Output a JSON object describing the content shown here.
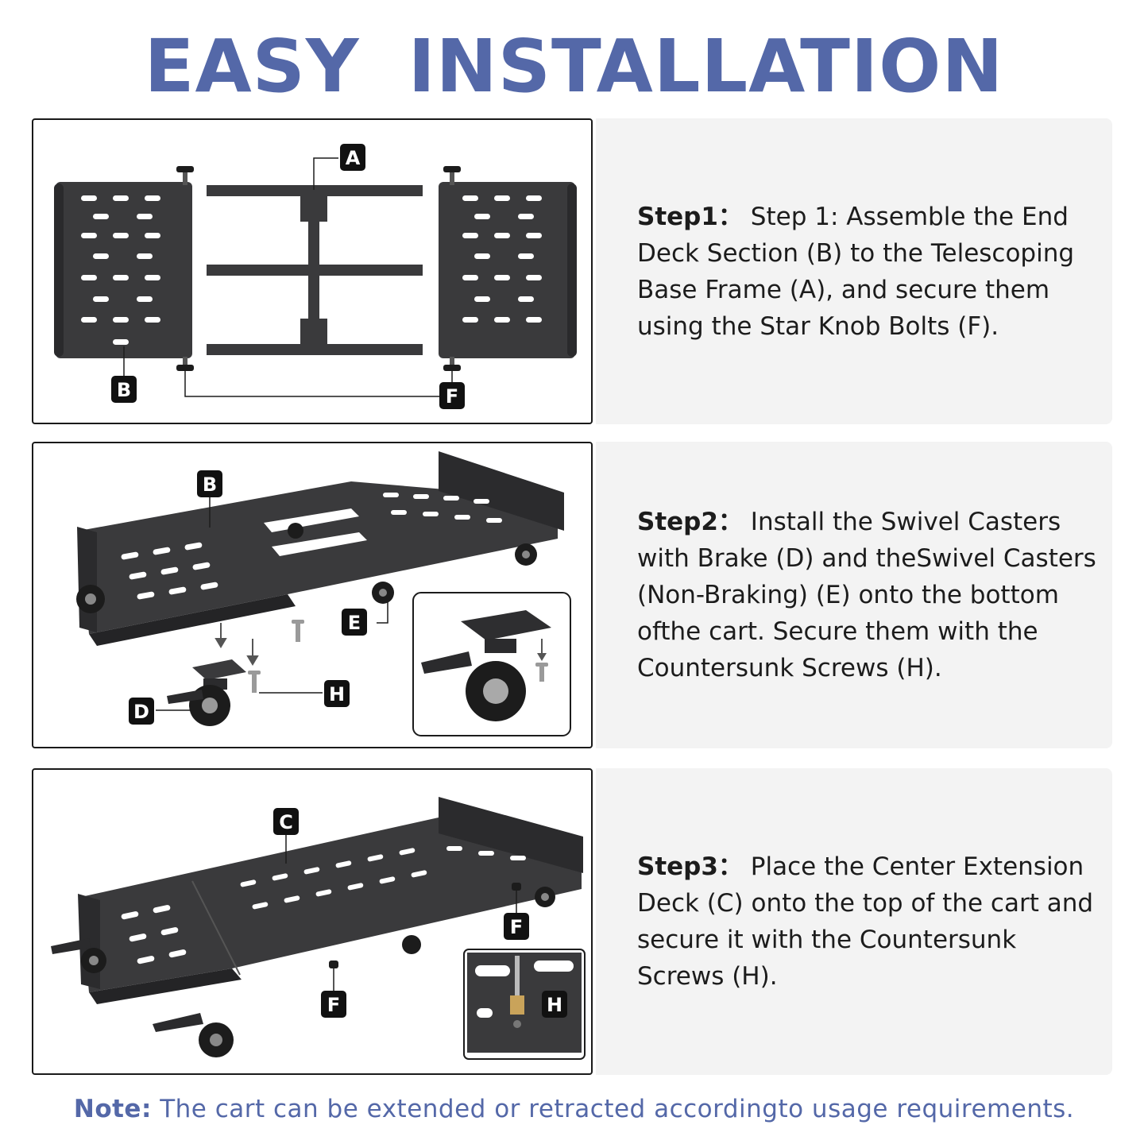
{
  "header": {
    "title": "EASY  INSTALLATION"
  },
  "steps": [
    {
      "label": "Step1：",
      "text": "Step 1: Assemble the End Deck Section (B) to the Telescoping Base Frame (A), and secure them using the Star Knob Bolts (F).",
      "callouts": [
        "A",
        "B",
        "F"
      ]
    },
    {
      "label": "Step2：",
      "text": "Install the Swivel Casters with Brake (D) and theSwivel Casters (Non-Braking) (E) onto the bottom ofthe cart. Secure them with the Countersunk Screws (H).",
      "callouts": [
        "B",
        "E",
        "D",
        "H"
      ]
    },
    {
      "label": "Step3：",
      "text": "Place the Center Extension Deck (C) onto the top of the cart and secure it with the Countersunk Screws (H).",
      "callouts": [
        "C",
        "F",
        "F",
        "H"
      ]
    }
  ],
  "note": {
    "label": "Note:",
    "text": " The cart can be extended or retracted accordingto usage requirements."
  },
  "colors": {
    "title": "#5468a8",
    "panel_bg": "#f3f3f3",
    "metal": "#3a3a3c"
  }
}
